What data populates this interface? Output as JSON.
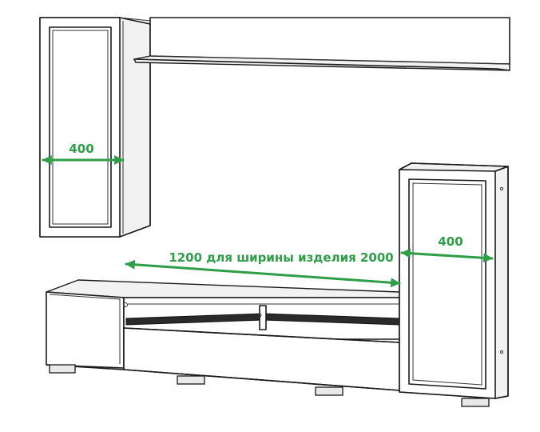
{
  "colors": {
    "dimension": "#2e9e48",
    "outline": "#1a1a1a",
    "background": "#ffffff"
  },
  "dimensions": {
    "left_cabinet_width": "400",
    "tv_stand_length": "1200 для ширины изделия 2000",
    "right_cabinet_width": "400"
  }
}
